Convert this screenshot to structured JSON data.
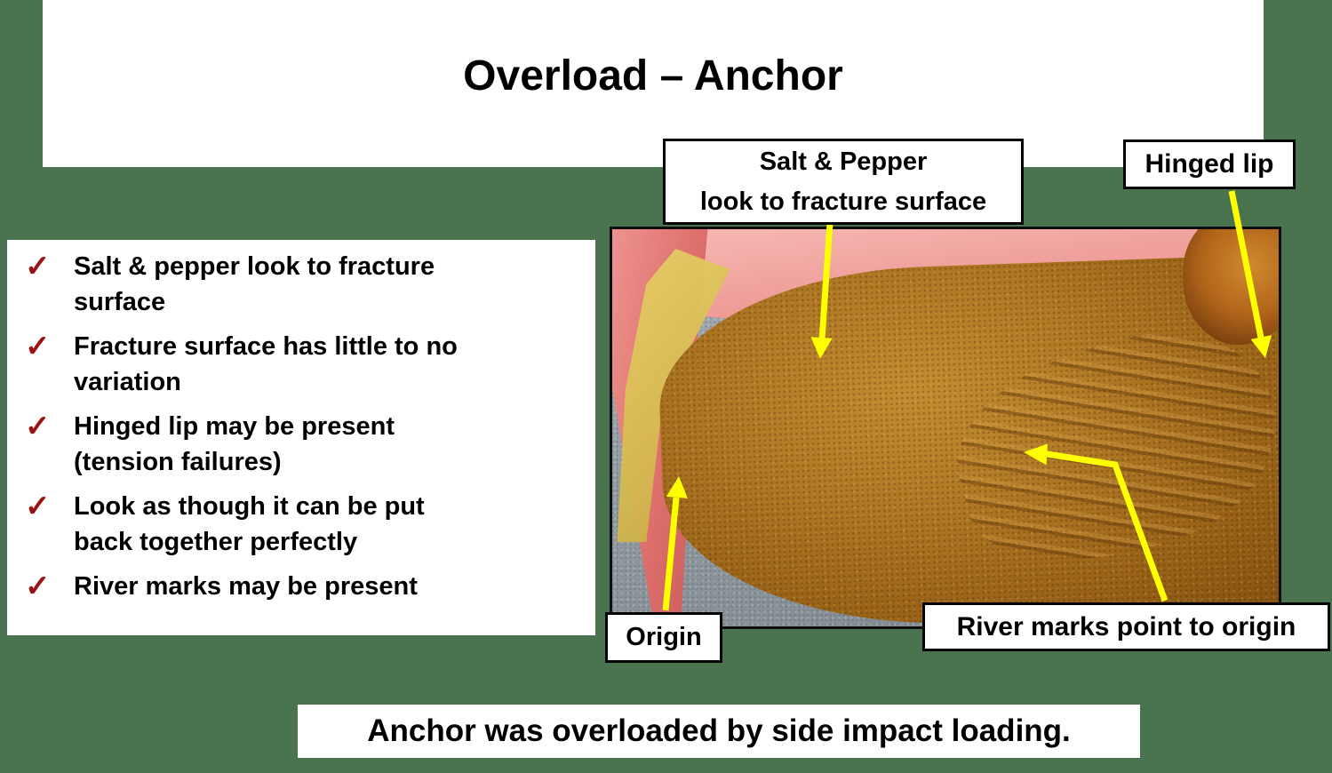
{
  "slide": {
    "title": "Overload – Anchor",
    "bullet_marker": "✓",
    "bullets": [
      "Salt & pepper look to fracture\nsurface",
      "Fracture surface has little to no\nvariation",
      "Hinged lip may be present\n(tension failures)",
      "Look as though it can be put\nback together perfectly",
      "River marks may be present"
    ],
    "caption": "Anchor was overloaded by side impact loading.",
    "colors": {
      "background": "#4a7350",
      "checkmark": "#9a1212",
      "arrow": "#ffff00",
      "fracture_surface": "#ac7522",
      "anchor_paint_pink": "#f0a09b",
      "anchor_paint_yellow": "#d3b84e",
      "concrete_gray": "#939ca2"
    }
  },
  "photo_annotations": {
    "salt_pepper_line1": "Salt & Pepper",
    "salt_pepper_line2": "look to fracture surface",
    "hinged_lip": "Hinged lip",
    "origin": "Origin",
    "river_marks": "River marks point to origin"
  }
}
